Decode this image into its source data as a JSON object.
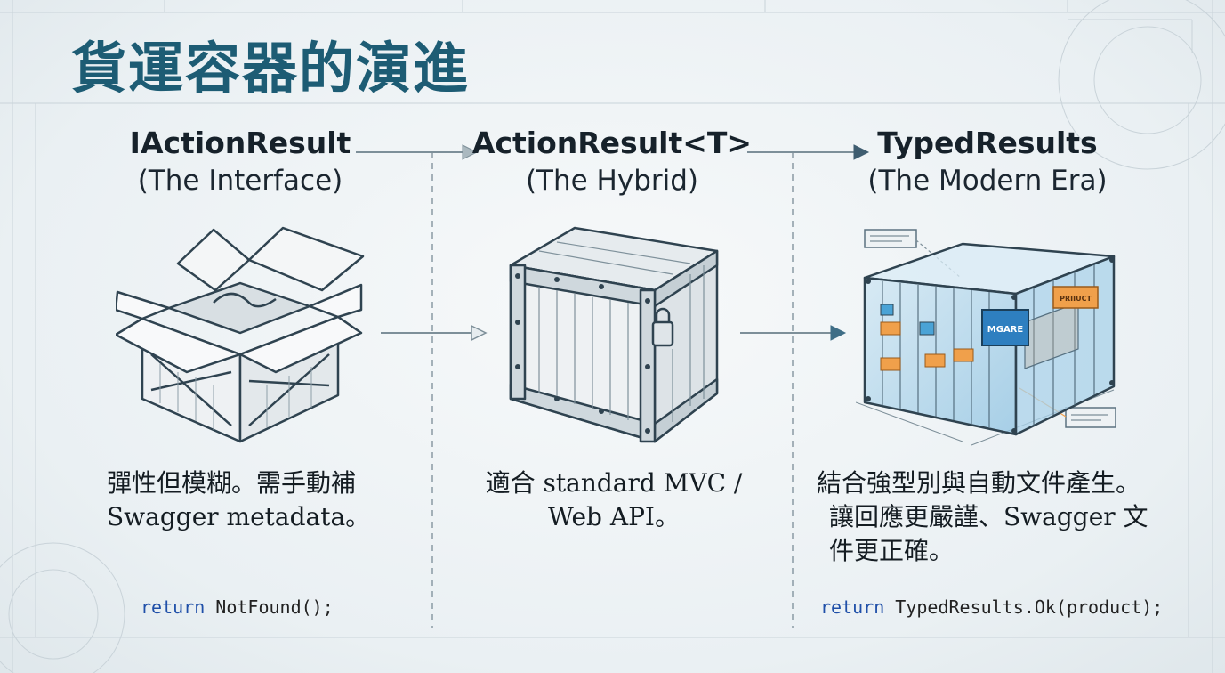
{
  "title": "貨運容器的演進",
  "columns": [
    {
      "heading": "IActionResult",
      "subheading": "(The Interface)",
      "icon": "open-cardboard-box-icon",
      "description_lines": [
        "彈性但模糊。需手動補",
        "Swagger metadata。"
      ],
      "code_keyword": "return",
      "code_rest": " NotFound();"
    },
    {
      "heading": "ActionResult<T>",
      "subheading": "(The Hybrid)",
      "icon": "locked-wooden-crate-icon",
      "description_lines": [
        "適合 standard MVC /",
        "Web API。"
      ]
    },
    {
      "heading": "TypedResults",
      "subheading": "(The Modern Era)",
      "icon": "transparent-shipping-container-icon",
      "description_lines": [
        "結合強型別與自動文件產生。",
        "讓回應更嚴謹、Swagger 文",
        "件更正確。"
      ],
      "code_keyword": "return",
      "code_rest": " TypedResults.Ok(product);"
    }
  ],
  "container_tags": [
    "MGARE",
    "PRIIUCT"
  ],
  "colors": {
    "title": "#1d5c74",
    "accent_orange": "#f0a04b",
    "accent_blue": "#4aa3d6",
    "line": "#5c7280",
    "code_keyword": "#1f4fa8"
  }
}
